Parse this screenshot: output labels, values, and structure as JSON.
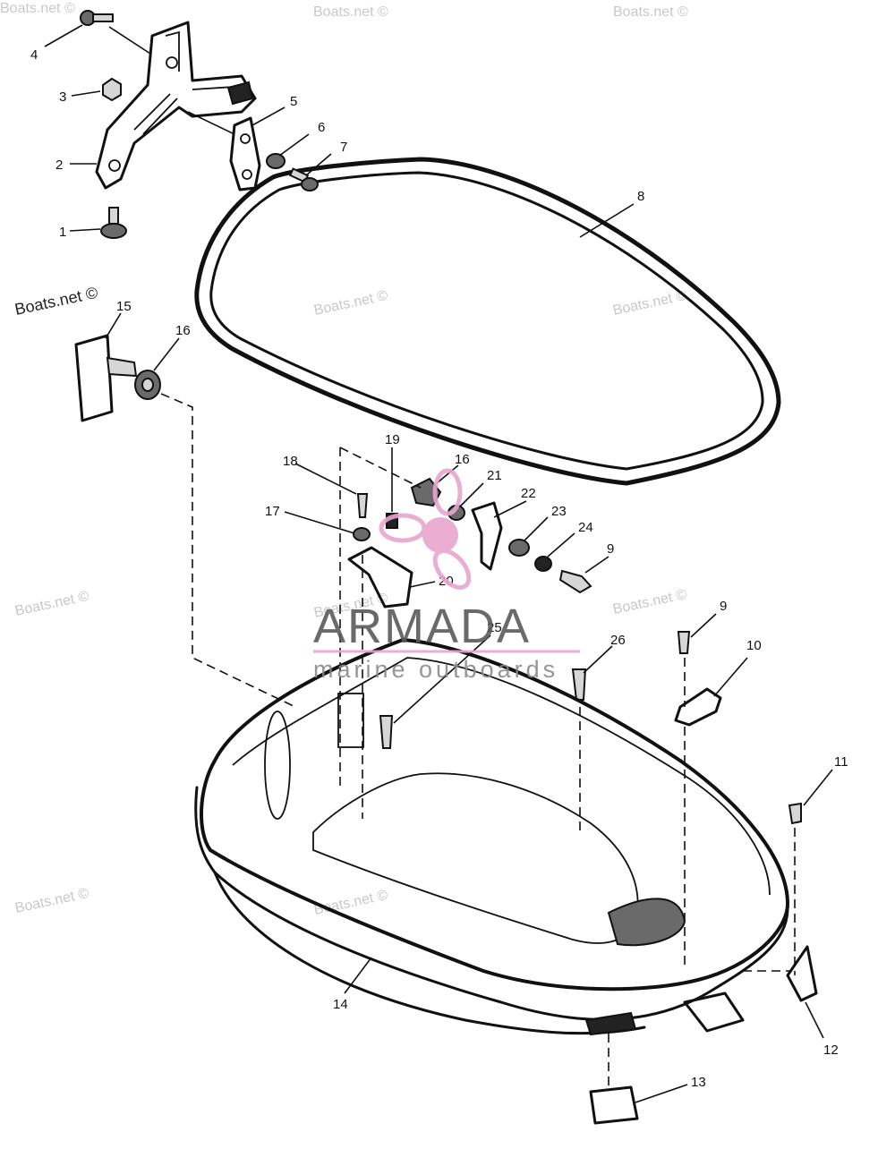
{
  "watermarks": {
    "primary": "Boats.net ©",
    "faint": "Boats.net ©"
  },
  "brand": {
    "name": "ARMADA",
    "tagline": "marine outboards",
    "color": "#e8a6cf"
  },
  "callouts": {
    "c1": "1",
    "c2": "2",
    "c3": "3",
    "c4": "4",
    "c5": "5",
    "c6": "6",
    "c7": "7",
    "c8": "8",
    "c9a": "9",
    "c9b": "9",
    "c10": "10",
    "c11": "11",
    "c12": "12",
    "c13": "13",
    "c14": "14",
    "c15": "15",
    "c16a": "16",
    "c16b": "16",
    "c17": "17",
    "c18": "18",
    "c19": "19",
    "c20": "20",
    "c21": "21",
    "c22": "22",
    "c23": "23",
    "c24": "24",
    "c25": "25",
    "c26": "26"
  }
}
